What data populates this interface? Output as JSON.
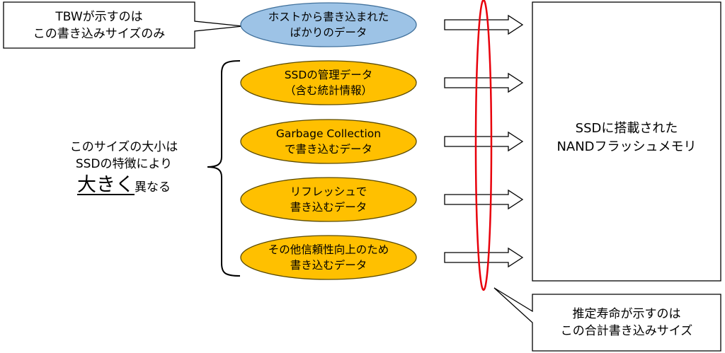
{
  "callout_tbw": {
    "line1": "TBWが示すのは",
    "line2": "この書き込みサイズのみ"
  },
  "host_data": {
    "line1": "ホストから書き込まれた",
    "line2": "ばかりのデータ"
  },
  "bracket_items": [
    {
      "line1": "SSDの管理データ",
      "line2": "（含む統計情報）"
    },
    {
      "line1": "Garbage Collection",
      "line2": "で書き込むデータ"
    },
    {
      "line1": "リフレッシュで",
      "line2": "書き込むデータ"
    },
    {
      "line1": "その他信頼性向上のため",
      "line2": "書き込むデータ"
    }
  ],
  "brace_label": {
    "line1": "このサイズの大小は",
    "line2": "SSDの特徴により",
    "emphasis": "大きく",
    "suffix": "異なる"
  },
  "nand": {
    "line1": "SSDに搭載された",
    "line2": "NANDフラッシュメモリ"
  },
  "callout_total": {
    "line1": "推定寿命が示すのは",
    "line2": "この合計書き込みサイズ"
  },
  "colors": {
    "host_fill": "#9dc3e6",
    "host_stroke": "#41719c",
    "item_fill": "#ffc000",
    "item_stroke": "#5a4a00",
    "ring": "#e8000b",
    "line": "#000000"
  }
}
